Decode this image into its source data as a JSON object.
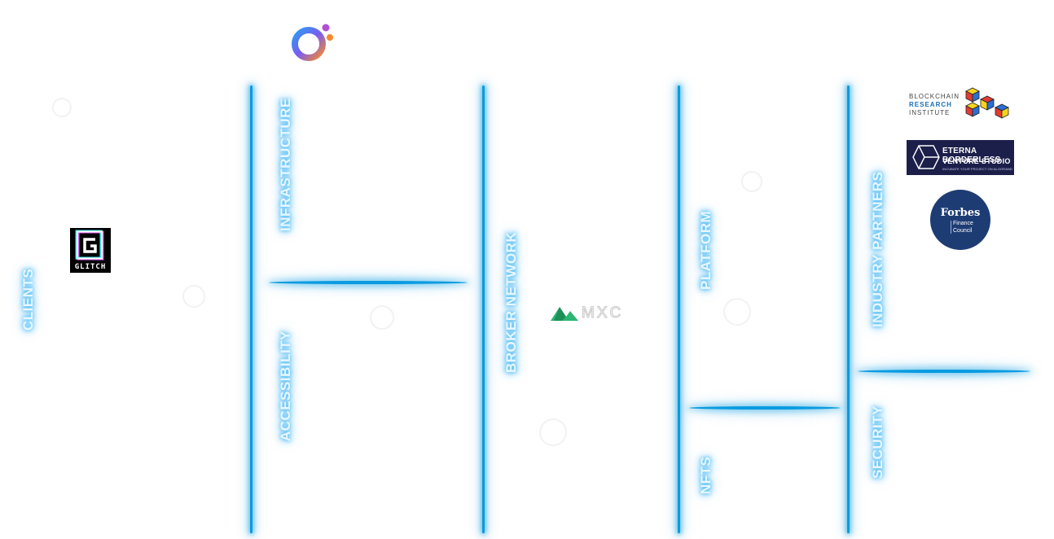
{
  "sections": {
    "clients": "CLIENTS",
    "infrastructure": "INFRASTRUCTURE",
    "accessibility": "ACCESSIBILITY",
    "broker_network": "BROKER NETWORK",
    "platform": "PLATFORM",
    "nfts": "NFTS",
    "industry_partners": "INDUSTRY PARTNERS",
    "security": "SECURITY"
  },
  "logos": {
    "glitch": "GLITCH",
    "mxc": "MXC",
    "bri_line1": "BLOCKCHAIN",
    "bri_line2": "RESEARCH",
    "bri_line3": "INSTITUTE",
    "eterna_line1": "ETERNA BORDERLESS",
    "eterna_line2": "VENTURE STUDIO",
    "eterna_line3": "INCUBATE YOUR PROJECT ON ALGORAND",
    "forbes_line1": "Forbes",
    "forbes_line2": "Finance",
    "forbes_line3": "Council"
  },
  "colors": {
    "accent": "#0a9be0",
    "label_glow": "#4fc3ff",
    "eterna_bg": "#1c1f4a",
    "forbes_bg": "#1e3c74",
    "mxc_green": "#2bb673"
  }
}
